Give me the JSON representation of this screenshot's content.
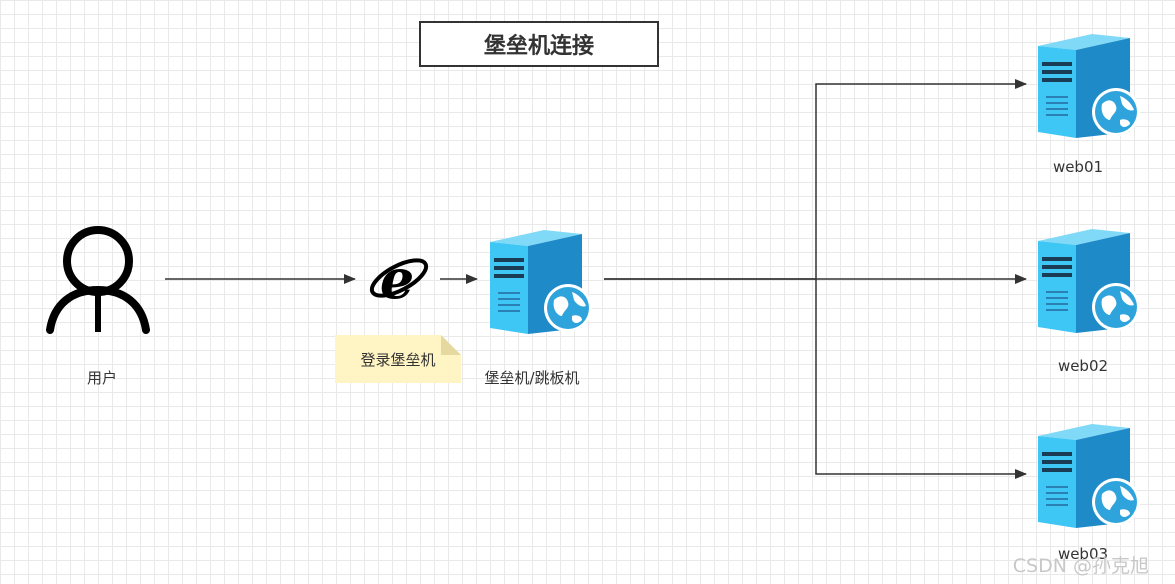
{
  "title": "堡垒机连接",
  "nodes": {
    "user": {
      "label": "用户",
      "icon": "user-icon"
    },
    "browser": {
      "icon": "internet-explorer-icon"
    },
    "note": {
      "text": "登录堡垒机"
    },
    "bastion": {
      "label": "堡垒机/跳板机",
      "icon": "web-server-icon"
    },
    "web01": {
      "label": "web01",
      "icon": "web-server-icon"
    },
    "web02": {
      "label": "web02",
      "icon": "web-server-icon"
    },
    "web03": {
      "label": "web03",
      "icon": "web-server-icon"
    }
  },
  "edges": [
    {
      "from": "user",
      "to": "browser"
    },
    {
      "from": "browser",
      "to": "bastion"
    },
    {
      "from": "bastion",
      "to": "web01"
    },
    {
      "from": "bastion",
      "to": "web02"
    },
    {
      "from": "bastion",
      "to": "web03"
    }
  ],
  "watermark": "CSDN @孙克旭",
  "colors": {
    "server_light": "#3ec6f4",
    "server_dark": "#1e8ac8",
    "globe": "#2ea3dc",
    "note_fill": "#fff4c3",
    "note_fold": "#e6d9a0",
    "line": "#333333"
  }
}
